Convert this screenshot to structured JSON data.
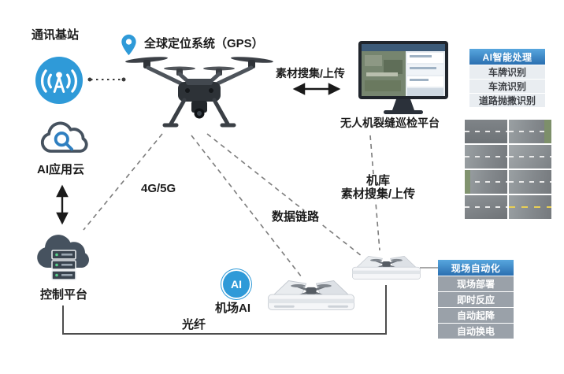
{
  "diagram": {
    "base_station_label": "通讯基站",
    "gps_label": "全球定位系统（GPS）",
    "upload_label_top": "素材搜集/上传",
    "platform_label": "无人机裂缝巡检平台",
    "ai_cloud_label": "AI应用云",
    "control_platform_label": "控制平台",
    "link_4g5g_label": "4G/5G",
    "data_link_label": "数据链路",
    "hangar_label": "机库",
    "hangar_upload_label": "素材搜集/上传",
    "airport_ai_label": "机场AI",
    "ai_badge": "AI",
    "fiber_label": "光纤"
  },
  "ai_panel": {
    "title": "AI智能处理",
    "items": [
      "车牌识别",
      "车流识别",
      "道路抛撒识别"
    ]
  },
  "automation_panel": {
    "title": "现场自动化",
    "items": [
      "现场部署",
      "即时反应",
      "自动起降",
      "自动换电"
    ]
  },
  "colors": {
    "accent_blue": "#2f9ad8",
    "header_blue": "#2b6fb0",
    "slate": "#46525f",
    "panel_gray": "#9aa1a9"
  }
}
